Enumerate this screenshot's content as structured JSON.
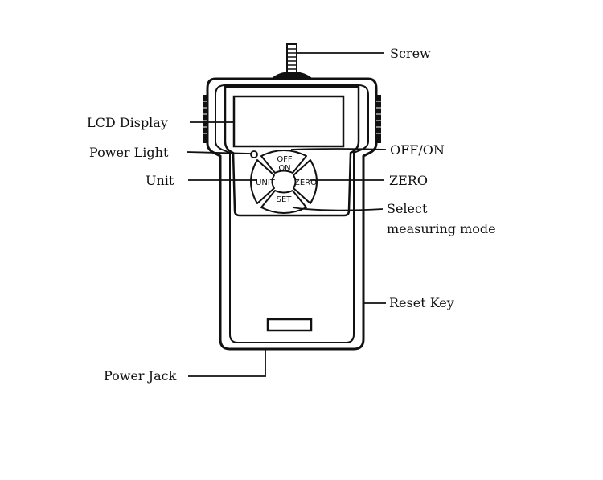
{
  "callouts": {
    "screw": "Screw",
    "lcd_display": "LCD Display",
    "power_light": "Power Light",
    "off_on": "OFF/ON",
    "unit": "Unit",
    "zero": "ZERO",
    "select_line1": "Select",
    "select_line2": "measuring mode",
    "reset_key": "Reset Key",
    "power_jack": "Power Jack"
  },
  "buttons": {
    "off": "OFF",
    "on": "ON",
    "unit": "UNIT",
    "zero": "ZERO",
    "set": "SET"
  },
  "colors": {
    "line": "#111111",
    "background": "#ffffff"
  }
}
